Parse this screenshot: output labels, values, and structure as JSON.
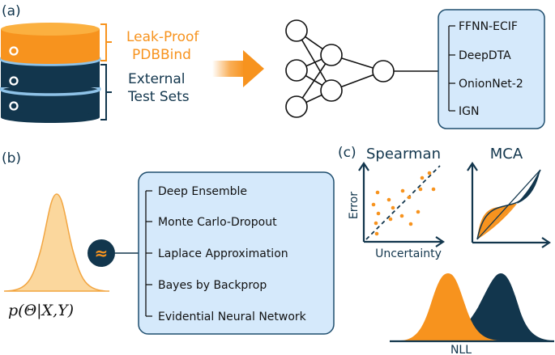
{
  "colors": {
    "navy": "#12364d",
    "orange": "#f7931e",
    "orange_dark": "#e27d0e",
    "light_blue_fill": "#d5e9fb",
    "light_blue_stroke": "#1f4e6e",
    "ring_blue": "#8fc3e8",
    "bell_fill": "#fbd79d",
    "bell_stroke": "#f2a540"
  },
  "panel_a": {
    "label": "(a)",
    "leak_label_line1": "Leak-Proof",
    "leak_label_line2": "PDBBind",
    "external_line1": "External",
    "external_line2": "Test Sets",
    "models": [
      "FFNN-ECIF",
      "DeepDTA",
      "OnionNet-2",
      "IGN"
    ]
  },
  "panel_b": {
    "label": "(b)",
    "formula": "p(Θ|X,Y)",
    "approx_symbol": "≈",
    "methods": [
      "Deep Ensemble",
      "Monte Carlo-Dropout",
      "Laplace Approximation",
      "Bayes by Backprop",
      "Evidential Neural Network"
    ]
  },
  "panel_c": {
    "label": "(c)",
    "spearman_title": "Spearman",
    "spearman_ylabel": "Error",
    "spearman_xlabel": "Uncertainty",
    "mca_title": "MCA",
    "nll_label": "NLL"
  }
}
